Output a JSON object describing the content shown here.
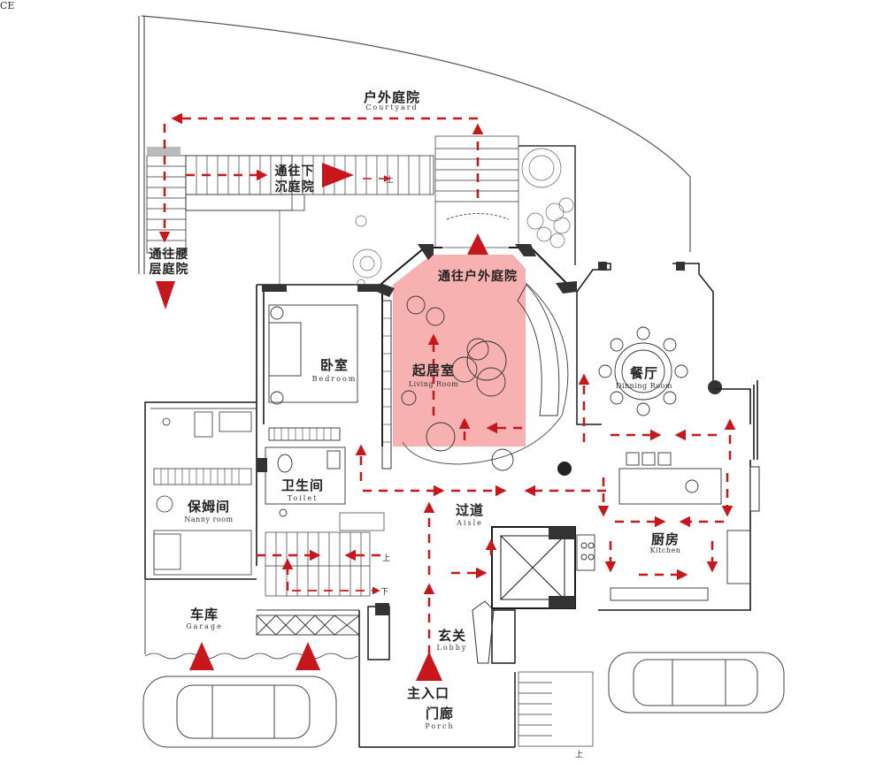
{
  "corner_text": "CE",
  "rooms": [
    {
      "id": "courtyard",
      "zh": "户外庭院",
      "en": "Courtyard"
    },
    {
      "id": "to-sunken",
      "zh": "通往下",
      "zh2": "沉庭院"
    },
    {
      "id": "to-waist",
      "zh": "通往腰",
      "zh2": "层庭院"
    },
    {
      "id": "to-outdoor",
      "zh": "通往户外庭院"
    },
    {
      "id": "bedroom",
      "zh": "卧室",
      "en": "Bedroom"
    },
    {
      "id": "living",
      "zh": "起居室",
      "en": "Living Room"
    },
    {
      "id": "dining",
      "zh": "餐厅",
      "en": "Dinning Room"
    },
    {
      "id": "toilet",
      "zh": "卫生间",
      "en": "Toilet"
    },
    {
      "id": "nanny",
      "zh": "保姆间",
      "en": "Nanny room"
    },
    {
      "id": "aisle",
      "zh": "过道",
      "en": "Aisle"
    },
    {
      "id": "kitchen",
      "zh": "厨房",
      "en": "Kitchen"
    },
    {
      "id": "garage",
      "zh": "车库",
      "en": "Garage"
    },
    {
      "id": "lobby",
      "zh": "玄关",
      "en": "Lobby"
    },
    {
      "id": "main-entrance",
      "zh": "主入口"
    },
    {
      "id": "porch",
      "zh": "门廊",
      "en": "Porch"
    }
  ],
  "stair_marks": {
    "up": "上",
    "down": "下"
  },
  "colors": {
    "arrow": "#c8161d",
    "living_fill": "#f6a3a3",
    "wall": "#1a1a1a",
    "line": "#555555"
  }
}
